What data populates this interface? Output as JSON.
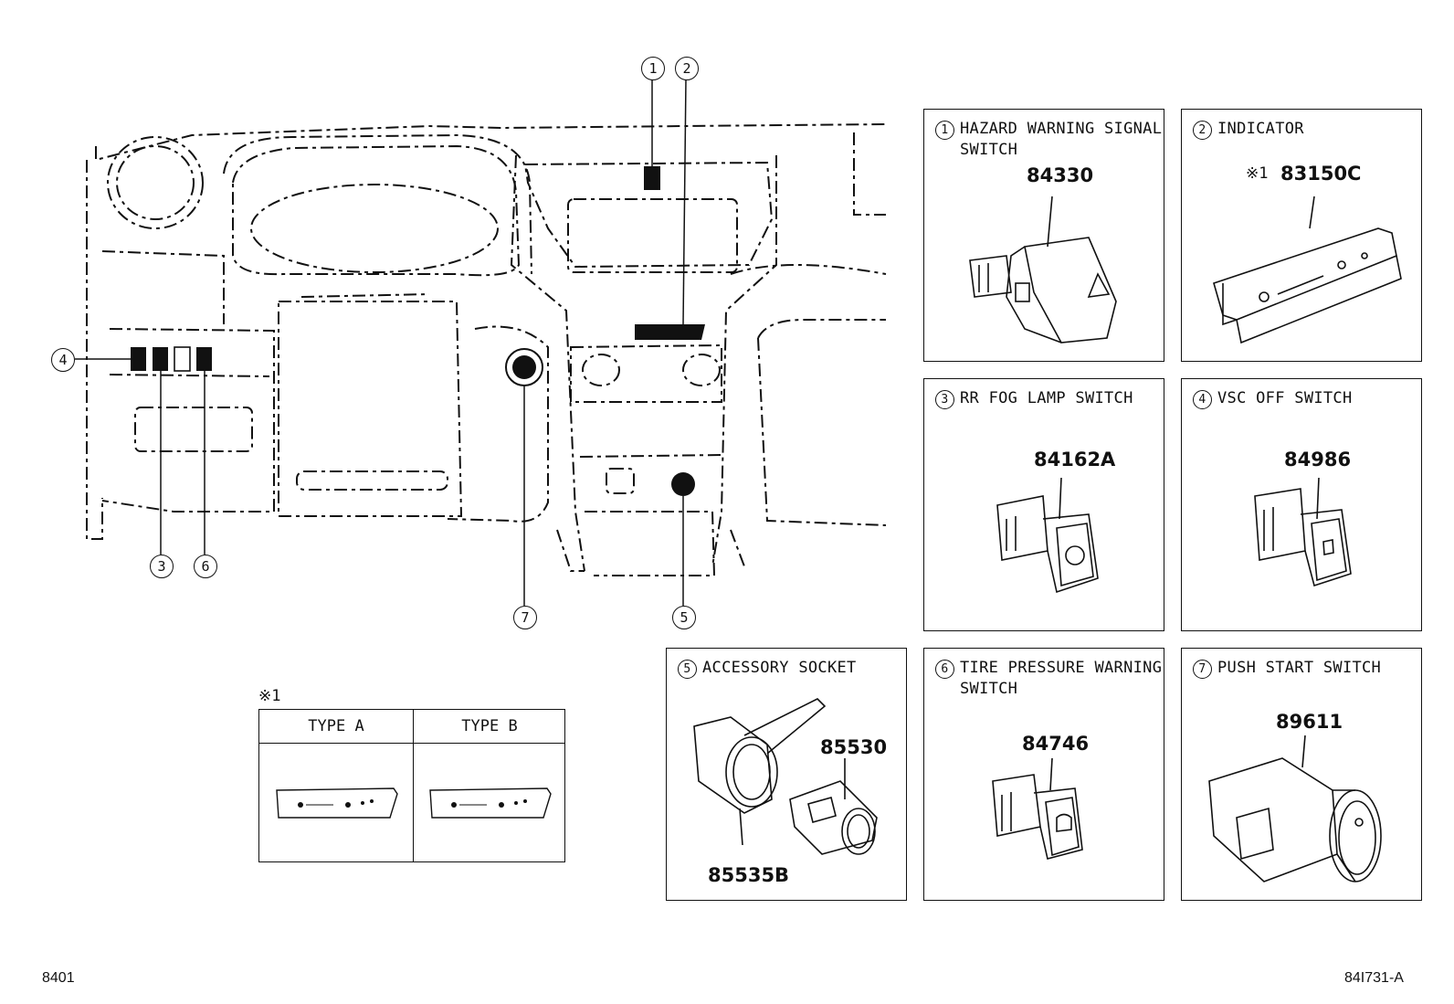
{
  "callouts": [
    "1",
    "2",
    "3",
    "4",
    "5",
    "6",
    "7"
  ],
  "panels": [
    {
      "num": "1",
      "title": "HAZARD WARNING SIGNAL SWITCH",
      "part": "84330"
    },
    {
      "num": "2",
      "title": "INDICATOR",
      "part": "83150C",
      "note": "※1"
    },
    {
      "num": "3",
      "title": "RR FOG LAMP SWITCH",
      "part": "84162A"
    },
    {
      "num": "4",
      "title": "VSC OFF SWITCH",
      "part": "84986"
    },
    {
      "num": "5",
      "title": "ACCESSORY SOCKET",
      "parts": [
        "85530",
        "85535B"
      ]
    },
    {
      "num": "6",
      "title": "TIRE PRESSURE WARNING SWITCH",
      "part": "84746"
    },
    {
      "num": "7",
      "title": "PUSH START SWITCH",
      "part": "89611"
    }
  ],
  "type_table": {
    "note": "※1",
    "columns": [
      "TYPE A",
      "TYPE B"
    ]
  },
  "footer": {
    "left": "8401",
    "right": "84I731-A"
  }
}
